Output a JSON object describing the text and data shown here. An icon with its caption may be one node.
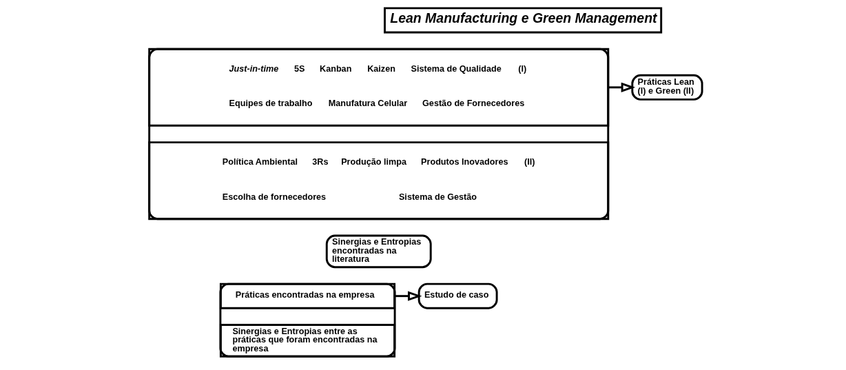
{
  "diagram": {
    "nodes": [
      {
        "text": [
          "Lean Manufacturing e Green Management"
        ]
      },
      {
        "text": [],
        "shape": "box"
      },
      {
        "text": [
          "Just-in-time",
          "5S",
          "Kanban",
          "Kaizen",
          "Sistema de Qualidade",
          "(I)",
          "Equipes de trabalho",
          "Manufatura Celular",
          "Gestão de Fornecedores"
        ],
        "in": 1
      },
      {
        "text": [
          "Política Ambiental",
          "3Rs",
          "Produção limpa",
          "Produtos Inovadores",
          "(II)",
          "Escolha de fornecedores",
          "Sistema de Gestão"
        ],
        "in": 1
      },
      {
        "text": [
          "Práticas Lean (I) e Green (II)"
        ]
      },
      {
        "text": [
          "Sinergias e Entropias encontradas na literatura"
        ]
      },
      {
        "text": [],
        "shape": "box"
      },
      {
        "text": [
          "Práticas encontradas na empresa"
        ],
        "in": 6
      },
      {
        "text": [
          "Sinergias e Entropias entre as práticas que foram encontradas na empresa"
        ],
        "in": 6
      },
      {
        "text": [
          "Estudo de caso"
        ]
      }
    ],
    "edges": [
      {
        "from": 1,
        "to": 4,
        "arrow": "to"
      },
      {
        "from": 6,
        "to": 9,
        "arrow": "to"
      }
    ]
  }
}
